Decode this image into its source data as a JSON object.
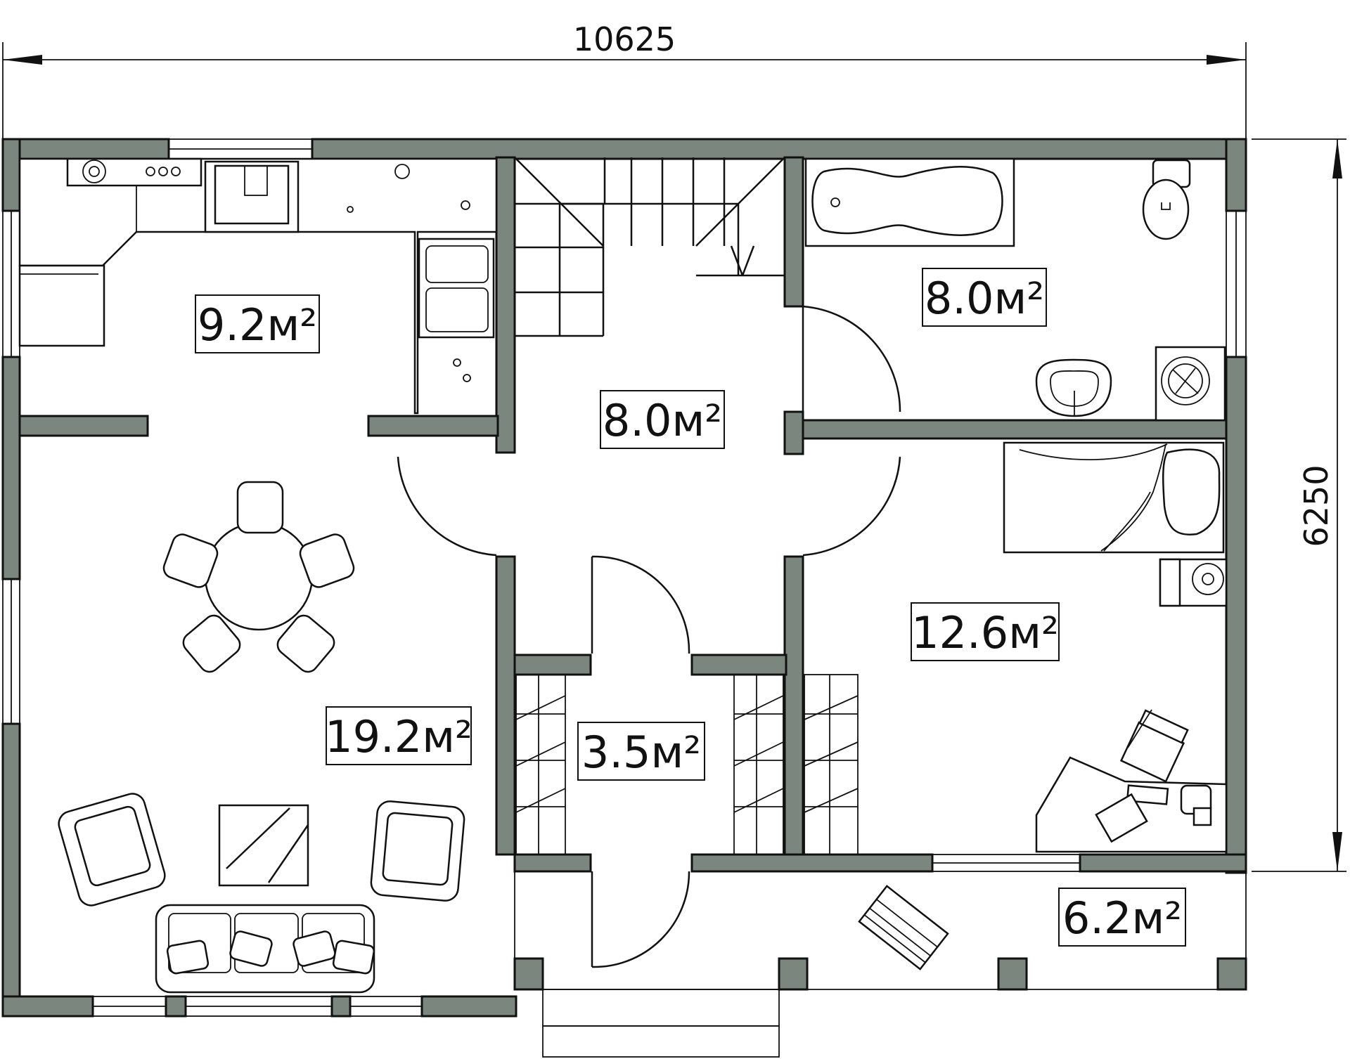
{
  "dimensions": {
    "width": "10625",
    "height": "6250"
  },
  "rooms": [
    {
      "id": "kitchen",
      "area": "9.2м²"
    },
    {
      "id": "hall",
      "area": "8.0м²"
    },
    {
      "id": "bathroom",
      "area": "8.0м²"
    },
    {
      "id": "living",
      "area": "19.2м²"
    },
    {
      "id": "closet",
      "area": "3.5м²"
    },
    {
      "id": "bedroom",
      "area": "12.6м²"
    },
    {
      "id": "terrace",
      "area": "6.2м²"
    }
  ],
  "colors": {
    "wall": "#7b877e",
    "line": "#111111",
    "background": "#ffffff"
  }
}
